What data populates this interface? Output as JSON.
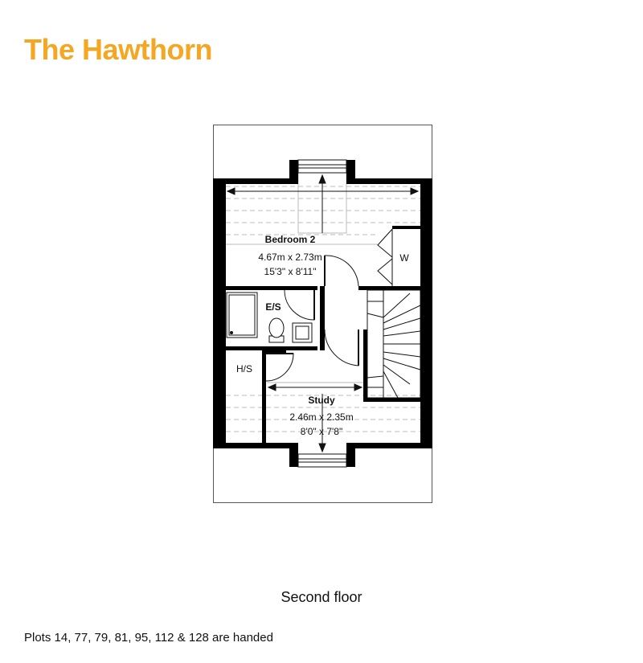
{
  "title": "The Hawthorn",
  "brand_color": "#F5A623",
  "floor_label": "Second floor",
  "note": "Plots 14, 77, 79, 81, 95, 112 & 128 are handed",
  "rooms": {
    "bedroom": {
      "name": "Bedroom 2",
      "metric": "4.67m x 2.73m",
      "imperial": "15'3\" x 8'11\""
    },
    "ensuite": {
      "name": "E/S"
    },
    "wardrobe": {
      "name": "W"
    },
    "hot_store": {
      "name": "H/S"
    },
    "study": {
      "name": "Study",
      "metric": "2.46m x 2.35m",
      "imperial": "8'0\" x 7'8\""
    }
  }
}
